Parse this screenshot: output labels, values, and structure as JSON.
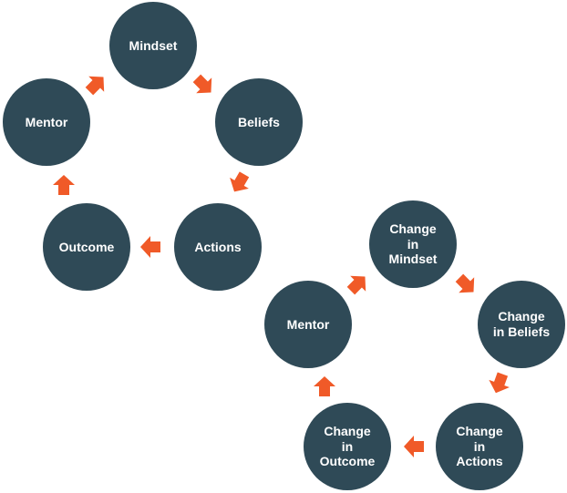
{
  "colors": {
    "node_fill": "#2f4a57",
    "node_text": "#ffffff",
    "arrow": "#f05a28"
  },
  "cycle1": {
    "nodes": [
      "Mindset",
      "Beliefs",
      "Actions",
      "Outcome",
      "Mentor"
    ]
  },
  "cycle2": {
    "nodes": [
      "Change\nin\nMindset",
      "Change\nin Beliefs",
      "Change\nin\nActions",
      "Change\nin\nOutcome",
      "Mentor"
    ]
  }
}
